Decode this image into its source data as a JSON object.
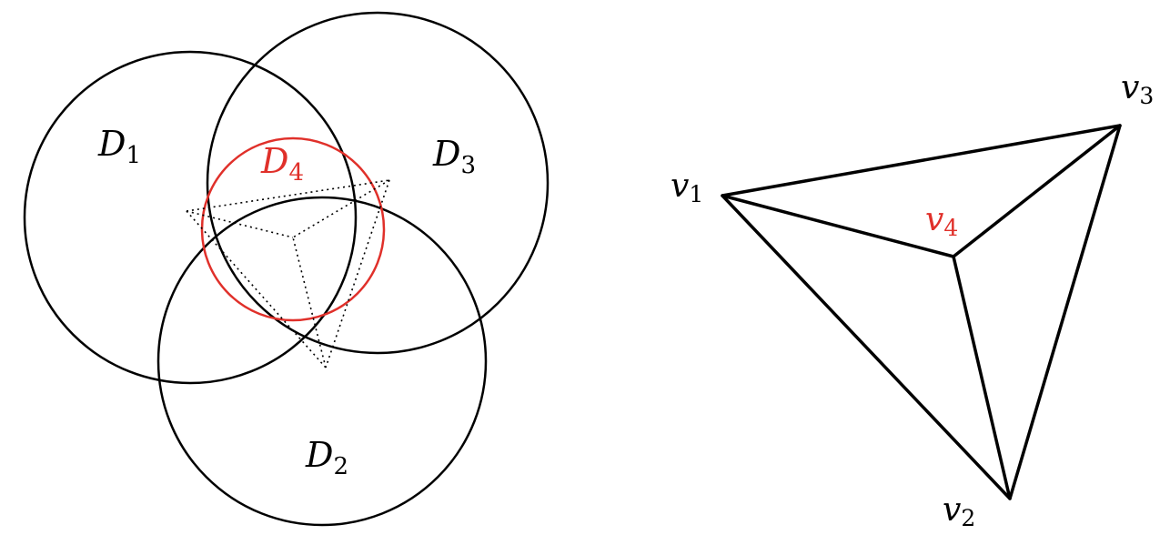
{
  "colors": {
    "ink": "#000000",
    "highlight": "#e0302a",
    "background": "#ffffff"
  },
  "left_figure": {
    "disks": [
      {
        "letter": "D",
        "subscript": "1",
        "highlight": false
      },
      {
        "letter": "D",
        "subscript": "2",
        "highlight": false
      },
      {
        "letter": "D",
        "subscript": "3",
        "highlight": false
      },
      {
        "letter": "D",
        "subscript": "4",
        "highlight": true
      }
    ]
  },
  "right_figure": {
    "vertices": [
      {
        "letter": "v",
        "subscript": "1",
        "highlight": false
      },
      {
        "letter": "v",
        "subscript": "2",
        "highlight": false
      },
      {
        "letter": "v",
        "subscript": "3",
        "highlight": false
      },
      {
        "letter": "v",
        "subscript": "4",
        "highlight": true
      }
    ]
  }
}
